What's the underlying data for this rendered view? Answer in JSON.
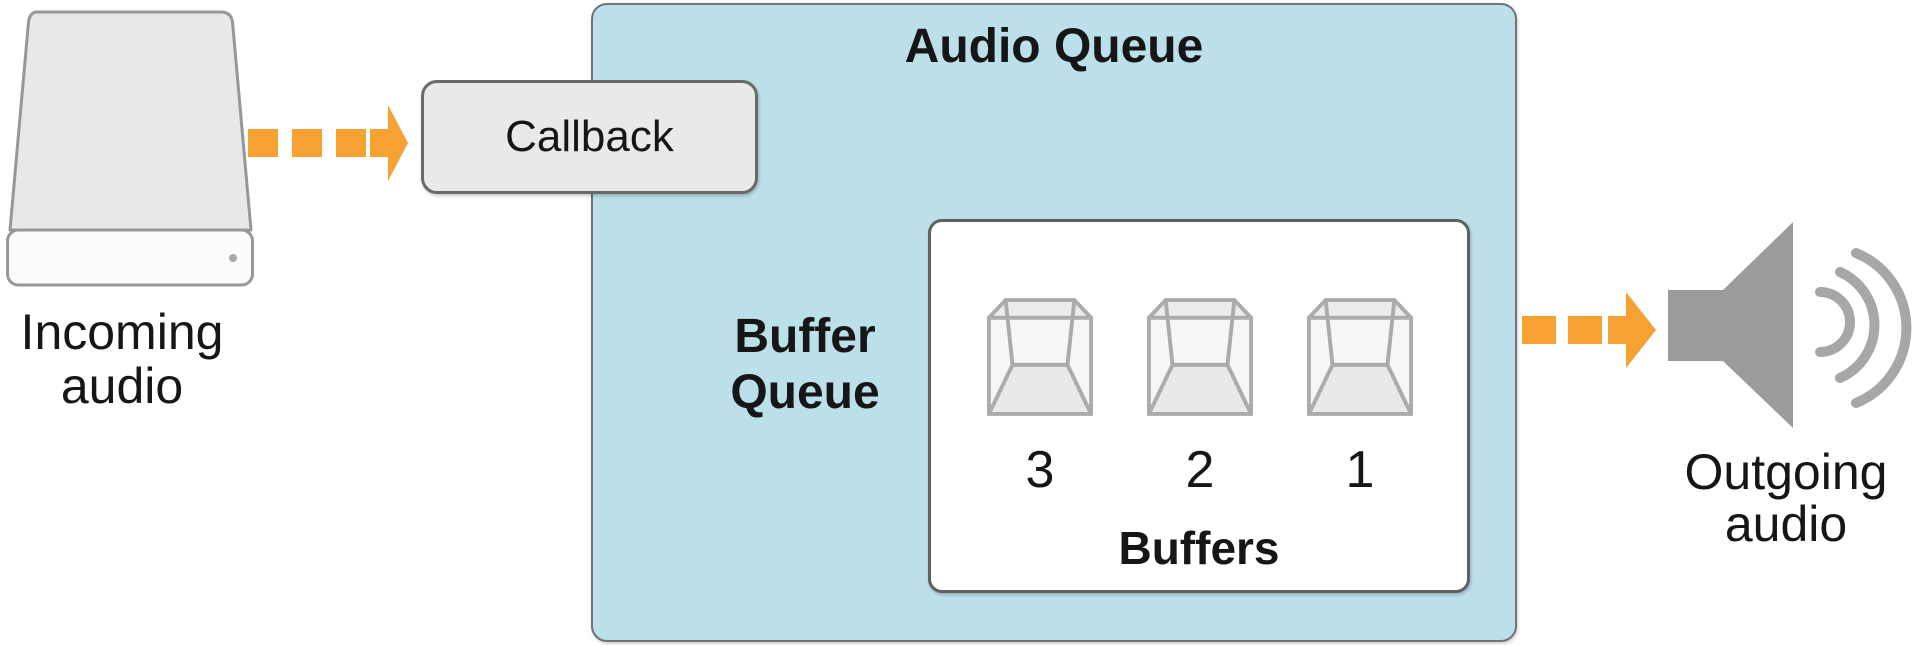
{
  "diagram": {
    "incoming": {
      "label": "Incoming\naudio"
    },
    "callback": {
      "label": "Callback"
    },
    "audio_queue": {
      "title": "Audio Queue"
    },
    "buffer_queue": {
      "label": "Buffer\nQueue"
    },
    "buffers": {
      "label": "Buffers",
      "items": [
        {
          "number": "3"
        },
        {
          "number": "2"
        },
        {
          "number": "1"
        }
      ]
    },
    "outgoing": {
      "label": "Outgoing\naudio"
    },
    "colors": {
      "arrow_orange": "#F6A233",
      "queue_blue": "#BCE0EA",
      "callback_gray": "#E9E9E9",
      "speaker_gray": "#9B9B9B",
      "wave_gray": "#A7A7A7",
      "cube_stroke_gray": "#ABABAB",
      "text_black": "#161616"
    }
  }
}
